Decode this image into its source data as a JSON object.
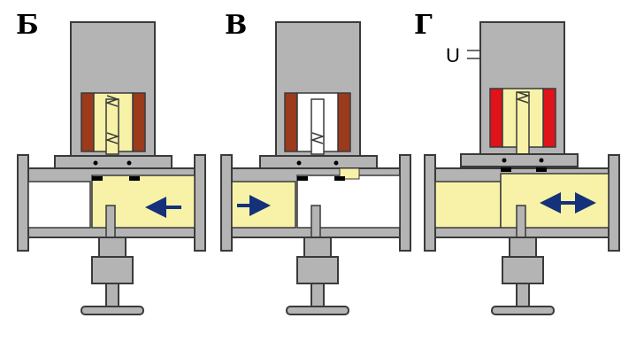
{
  "diagram": {
    "panels": [
      {
        "label": "Б",
        "flow": "left",
        "coil": "off"
      },
      {
        "label": "В",
        "flow": "right",
        "coil": "off"
      },
      {
        "label": "Г",
        "flow": "both",
        "coil": "on",
        "voltage_label": "U"
      }
    ],
    "colors": {
      "body": "#b4b4b4",
      "outline": "#3a3a3a",
      "fluid": "#f7f2a8",
      "coil_off": "#9c3a1c",
      "coil_on": "#e0121a",
      "arrow": "#14317a"
    }
  }
}
